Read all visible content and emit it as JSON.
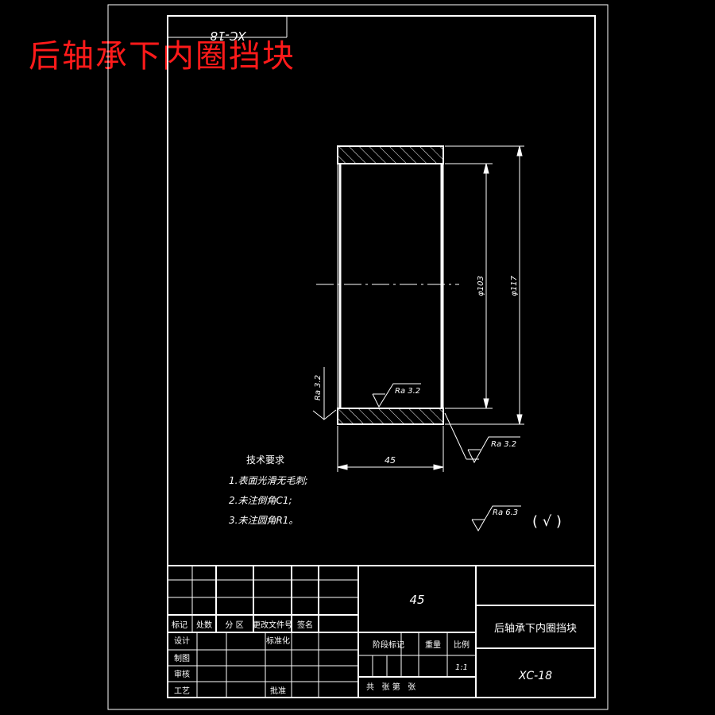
{
  "overlay_title": "后轴承下内圈挡块",
  "corner_code_mirrored": "XC-18",
  "dimensions": {
    "inner_diameter": "φ103",
    "outer_diameter": "φ117",
    "width": "45"
  },
  "roughness": {
    "left_face": "Ra 3.2",
    "bore": "Ra 3.2",
    "outer": "Ra 3.2",
    "general": "Ra 6.3",
    "general_suffix": "( √ )"
  },
  "tech_requirements": {
    "heading": "技术要求",
    "items": [
      "1.表面光滑无毛刺;",
      "2.未注倒角C1;",
      "3.未注圆角R1。"
    ]
  },
  "title_block": {
    "material": "45",
    "part_name": "后轴承下内圈挡块",
    "drawing_no": "XC-18",
    "scale": "1:1",
    "rev_headers": [
      "标记",
      "处数",
      "分 区",
      "更改文件号",
      "签名"
    ],
    "roles": [
      "设计",
      "制图",
      "审核",
      "工艺"
    ],
    "standardization": "标准化",
    "approve": "批准",
    "stage_mark": "阶段标记",
    "weight": "重量",
    "ratio": "比例",
    "sheets": "共   张 第   张"
  }
}
